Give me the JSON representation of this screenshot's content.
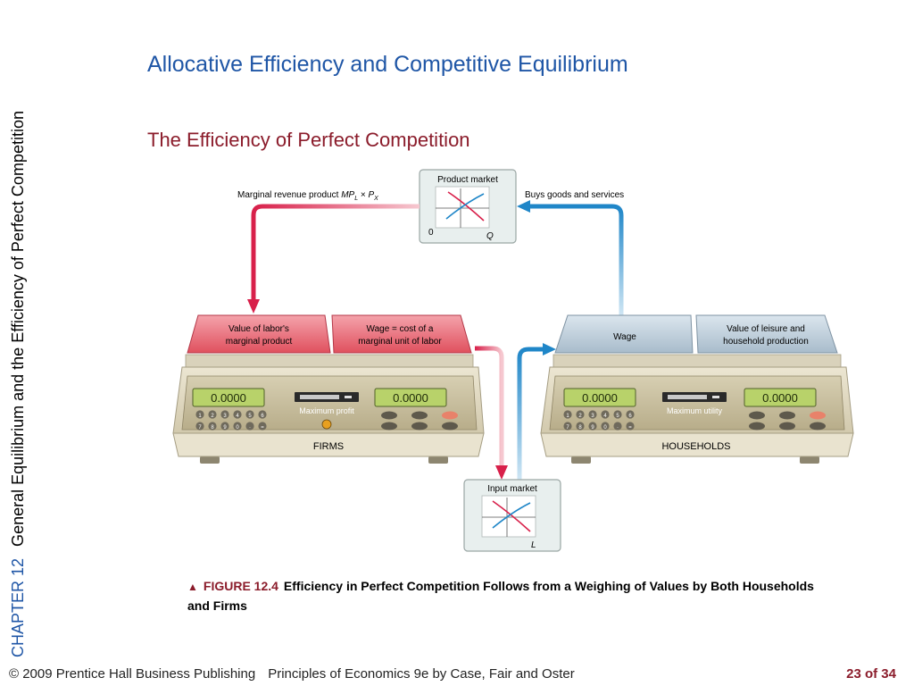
{
  "slide": {
    "side_label": {
      "chapter": "CHAPTER 12",
      "title": "General Equilibrium and the Efficiency of Perfect Competition"
    },
    "title": "Allocative Efficiency and Competitive Equilibrium",
    "subtitle": "The Efficiency of Perfect Competition"
  },
  "diagram": {
    "product_market": {
      "label": "Product market",
      "origin": "0",
      "axis": "Q"
    },
    "input_market": {
      "label": "Input market",
      "axis": "L"
    },
    "flow_left_label": {
      "prefix": "Marginal revenue product ",
      "mp": "MP",
      "sub_l": "L",
      "times": " × ",
      "p": "P",
      "sub_x": "X"
    },
    "flow_right_label": "Buys goods and services",
    "firms": {
      "pan_left_line1": "Value of labor's",
      "pan_left_line2": "marginal product",
      "pan_right_line1": "Wage = cost of a",
      "pan_right_line2": "marginal unit of labor",
      "display_left": "0.0000",
      "display_right": "0.0000",
      "panel_label": "Maximum profit",
      "base_label": "FIRMS"
    },
    "households": {
      "pan_left_line1": "Wage",
      "pan_right_line1": "Value of leisure and",
      "pan_right_line2": "household production",
      "display_left": "0.0000",
      "display_right": "0.0000",
      "panel_label": "Maximum utility",
      "base_label": "HOUSEHOLDS"
    },
    "keypad_top": [
      "1",
      "2",
      "3",
      "4",
      "5",
      "6"
    ],
    "keypad_bottom": [
      "7",
      "8",
      "9",
      "0",
      "·",
      "="
    ],
    "colors": {
      "red_flow": "#d8204a",
      "blue_flow": "#1f86c8",
      "firm_pan": "#e8707c",
      "household_pan": "#b8cad8"
    }
  },
  "caption": {
    "figure_label": "FIGURE 12.4",
    "text": "Efficiency in Perfect Competition Follows from a Weighing of Values by Both Households and Firms"
  },
  "footer": {
    "copyright": "© 2009 Prentice Hall Business Publishing",
    "book": "Principles of Economics 9e by Case, Fair and Oster",
    "page": "23 of 34"
  }
}
